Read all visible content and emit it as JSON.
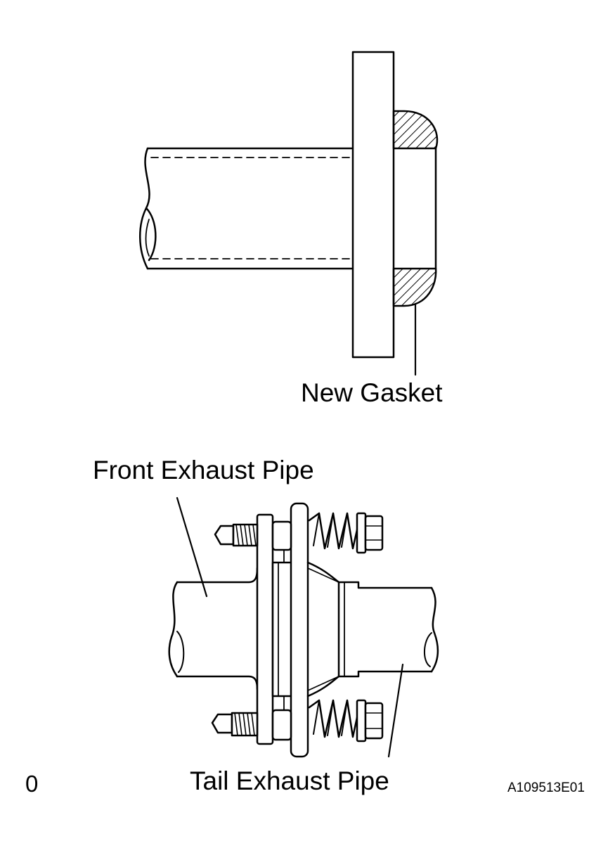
{
  "labels": {
    "new_gasket": "New Gasket",
    "front_pipe": "Front Exhaust Pipe",
    "tail_pipe": "Tail Exhaust Pipe",
    "figure_code": "A109513E01",
    "corner_mark": "0"
  },
  "colors": {
    "ink": "#000000",
    "paper": "#ffffff"
  }
}
